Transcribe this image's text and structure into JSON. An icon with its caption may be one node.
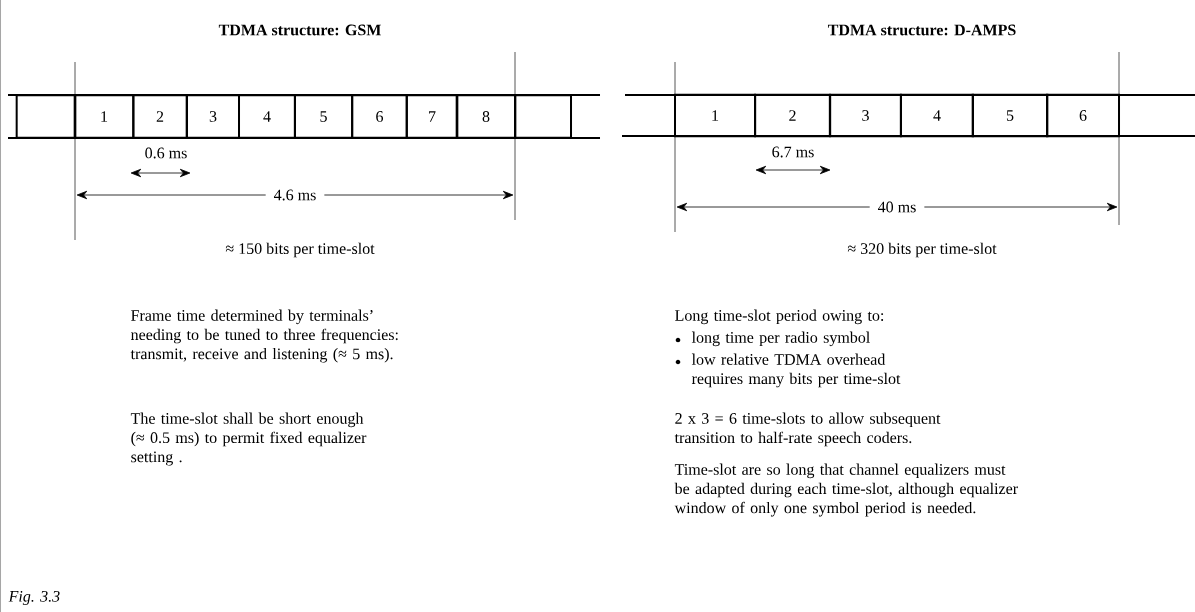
{
  "diagram": {
    "caption": "*Fig. 3.3*",
    "nodes": [
      {
        "text": [],
        "shape": "box"
      },
      {
        "text": [
          "1"
        ]
      },
      {
        "text": [
          "2"
        ]
      },
      {
        "text": [
          "3"
        ]
      },
      {
        "text": [
          "4"
        ]
      },
      {
        "text": [
          "5"
        ]
      },
      {
        "text": [
          "6"
        ]
      },
      {
        "text": [
          "7"
        ]
      },
      {
        "text": [
          "8"
        ]
      },
      {
        "text": [],
        "shape": "box"
      },
      {
        "text": [
          "1"
        ]
      },
      {
        "text": [
          "2"
        ]
      },
      {
        "text": [
          "3"
        ]
      },
      {
        "text": [
          "4"
        ]
      },
      {
        "text": [
          "5"
        ]
      },
      {
        "text": [
          "6"
        ]
      }
    ],
    "labels": [
      "TDMA structure: GSM",
      "TDMA structure: D-AMPS",
      "0.6 ms",
      "4.6 ms",
      "≈ 150 bits per time-slot",
      "6.7 ms",
      "40 ms",
      "≈ 320 bits per time-slot",
      "Frame time determined by terminals’ needing to be tuned to three frequencies: transmit, receive and listening (≈ 5 ms).",
      "The time-slot shall be short enough (≈ 0.5 ms) to permit fixed equalizer setting .",
      "Long time-slot period owing to:",
      "long time per radio symbol",
      "low relative TDMA overhead requires many bits per time-slot",
      "2 x 3 = 6 time-slots to allow subsequent transition to half-rate speech coders.",
      "Time-slot are so long that channel equalizers must be adapted during each time-slot, although equalizer window of only one symbol period is needed."
    ]
  }
}
